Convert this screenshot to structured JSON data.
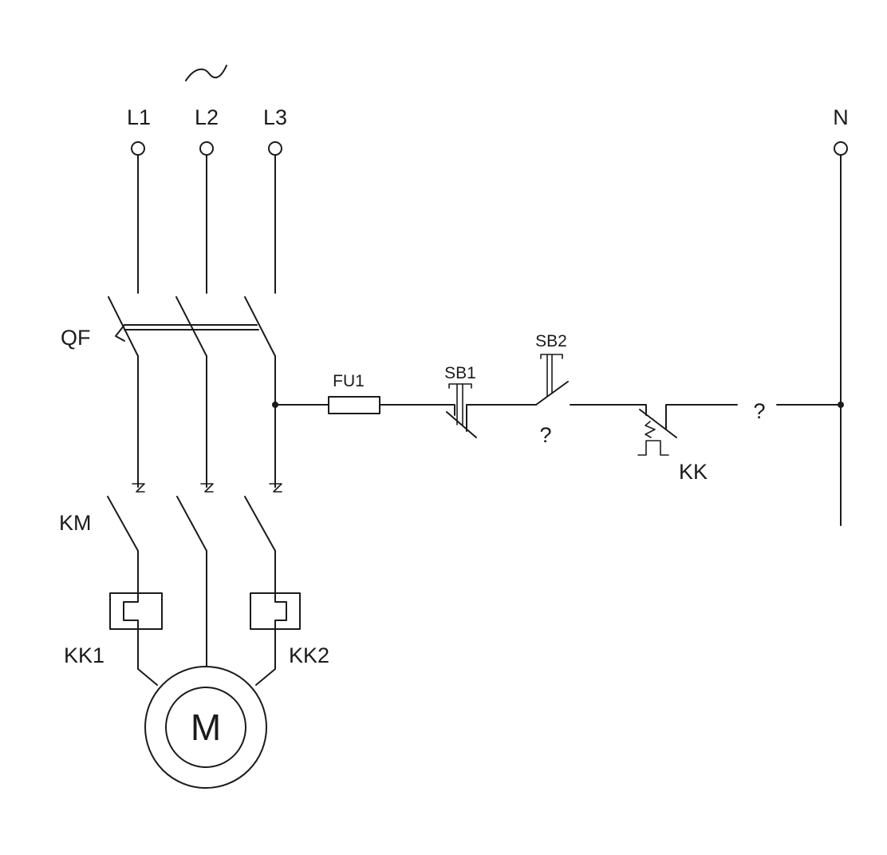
{
  "supply": {
    "ac_symbol": "ac-tilde-icon",
    "phase_labels": [
      "L1",
      "L2",
      "L3"
    ],
    "neutral_label": "N"
  },
  "power_circuit": {
    "breaker_label": "QF",
    "contactor_label": "KM",
    "overload_labels": [
      "KK1",
      "KK2"
    ],
    "motor_label": "M"
  },
  "control_circuit": {
    "fuse_label": "FU1",
    "stop_button_label": "SB1",
    "start_button_label": "SB2",
    "overload_contact_label": "KK",
    "unknown_labels": [
      "?",
      "?"
    ]
  },
  "colors": {
    "line": "#1b1b1b",
    "background": "#ffffff"
  }
}
